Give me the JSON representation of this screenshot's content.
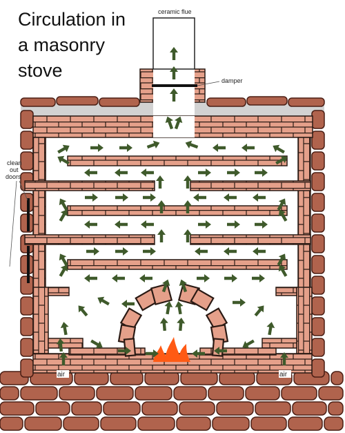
{
  "title": {
    "line1": "Circulation in",
    "line2": "a masonry",
    "line3": "stove"
  },
  "labels": {
    "flue": "ceramic flue",
    "damper": "damper",
    "clean_out_1": "clean",
    "clean_out_2": "out",
    "clean_out_3": "doors",
    "air_left": "air",
    "air_right": "air"
  },
  "colors": {
    "brick": "#e5a08a",
    "mortar": "#2a1a14",
    "stone": "#b0634d",
    "arrow": "#3f5a2b",
    "fire": "#ff5a14",
    "ground_fill": "#d2d2d2"
  },
  "icons": [
    "arrow-icon",
    "fire-icon"
  ]
}
